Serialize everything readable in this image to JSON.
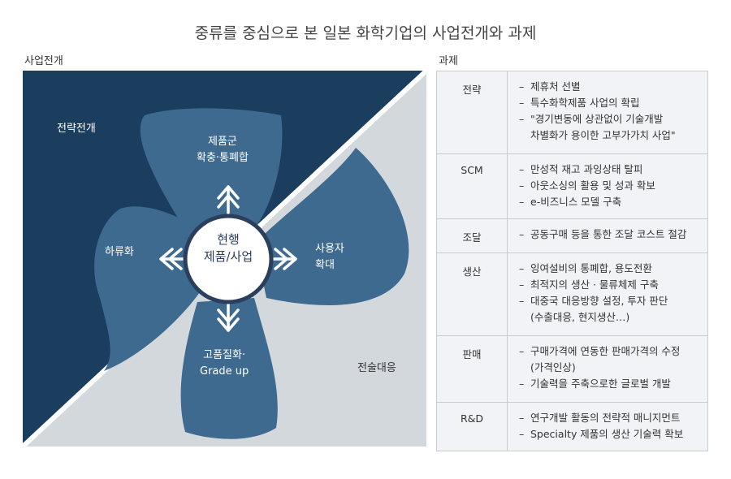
{
  "title": "중류를 중심으로 본 일본 화학기업의 사업전개와 과제",
  "left_heading": "사업전개",
  "right_heading": "과제",
  "diagram": {
    "region_top": "전략전개",
    "region_bottom": "전술대응",
    "center": [
      "현행",
      "제품/사업"
    ],
    "blade_top": [
      "제품군",
      "확충·통폐합"
    ],
    "blade_left": "하류화",
    "blade_right": [
      "사용자",
      "확대"
    ],
    "blade_bottom": [
      "고품질화·",
      "Grade up"
    ],
    "colors": {
      "dark_navy": "#1b3e5f",
      "light_gray": "#d3d8dd",
      "blade_blue": "#3e6a8f",
      "center_ring": "#2b3f5c"
    }
  },
  "table": [
    {
      "category": "전략",
      "items": [
        {
          "text": "제휴처 선별"
        },
        {
          "text": "특수화학제품 사업의 확립"
        },
        {
          "text": "\"경기변동에 상관없이 기술개발",
          "cont": "차별화가 용이한 고부가가치 사업\""
        }
      ]
    },
    {
      "category": "SCM",
      "items": [
        {
          "text": "만성적 재고 과잉상태 탈피"
        },
        {
          "text": "아웃소싱의 활용 및 성과 확보"
        },
        {
          "text": "e-비즈니스 모델 구축"
        }
      ]
    },
    {
      "category": "조달",
      "items": [
        {
          "text": "공동구매 등을 통한 조달 코스트 절감"
        }
      ]
    },
    {
      "category": "생산",
      "items": [
        {
          "text": "잉여설비의 통폐합, 용도전환"
        },
        {
          "text": "최적지의 생산 · 물류체제 구축"
        },
        {
          "text": "대중국 대응방향 설정, 투자 판단",
          "cont": "(수출대응, 현지생산…)"
        }
      ]
    },
    {
      "category": "판매",
      "items": [
        {
          "text": "구매가격에 연동한 판매가격의 수정",
          "cont": "(가격인상)"
        },
        {
          "text": "기술력을 주축으로한 글로벌 개발"
        }
      ]
    },
    {
      "category": "R&D",
      "items": [
        {
          "text": "연구개발 활동의 전략적 매니지먼트"
        },
        {
          "text": "Specialty 제품의 생산 기술력 확보"
        }
      ]
    }
  ]
}
